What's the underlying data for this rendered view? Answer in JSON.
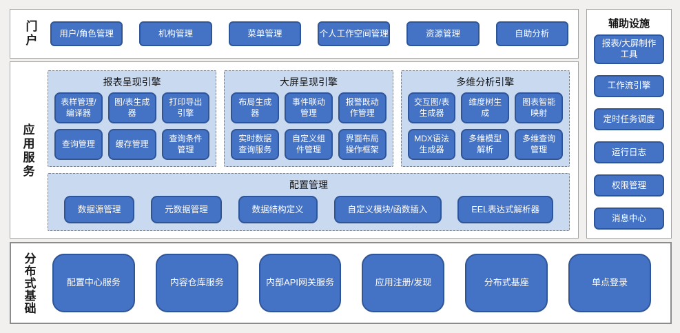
{
  "colors": {
    "page_background": "#f1f0ee",
    "section_background": "#ffffff",
    "section_border": "#a3a3a3",
    "panel_blue": "#c9d9f0",
    "panel_dashed_border": "#7f7f7f",
    "button_blue": "#4472c4",
    "button_border": "#2f5597",
    "button_text": "#ffffff"
  },
  "portal": {
    "label": "门户",
    "items": [
      "用户/角色管理",
      "机构管理",
      "菜单管理",
      "个人工作空间管理",
      "资源管理",
      "自助分析"
    ]
  },
  "app_services": {
    "label": "应用服务",
    "engines": [
      {
        "title": "报表呈现引擎",
        "items": [
          "表样管理/编译器",
          "图/表生成器",
          "打印导出引擎",
          "查询管理",
          "缓存管理",
          "查询条件管理"
        ]
      },
      {
        "title": "大屏呈现引擎",
        "items": [
          "布局生成器",
          "事件联动管理",
          "报警既动作管理",
          "实时数据查询服务",
          "自定义组件管理",
          "界面布局操作框架"
        ]
      },
      {
        "title": "多维分析引擎",
        "items": [
          "交互图/表生成器",
          "维度树生成",
          "图表智能映射",
          "MDX语法生成器",
          "多维模型解析",
          "多维查询管理"
        ]
      }
    ],
    "config": {
      "title": "配置管理",
      "items": [
        "数据源管理",
        "元数据管理",
        "数据结构定义",
        "自定义模块/函数插入",
        "EEL表达式解析器"
      ]
    }
  },
  "auxiliary": {
    "title": "辅助设施",
    "items": [
      "报表/大屏制作工具",
      "工作流引擎",
      "定时任务调度",
      "运行日志",
      "权限管理",
      "消息中心"
    ]
  },
  "foundation": {
    "label": "分布式基础",
    "items": [
      "配置中心服务",
      "内容仓库服务",
      "内部API网关服务",
      "应用注册/发现",
      "分布式基座",
      "单点登录"
    ]
  }
}
